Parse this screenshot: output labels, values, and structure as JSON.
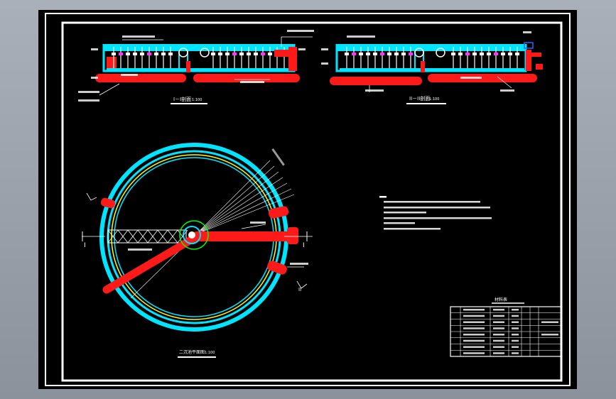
{
  "colors": {
    "background": "#000000",
    "frame": "#ffffff",
    "cyan": "#00e5ff",
    "red": "#ff1a1a",
    "yellow": "#ffff00",
    "green": "#00ff00",
    "magenta": "#ff33ff",
    "blue": "#3060ff"
  },
  "section_1": {
    "title": "I－I剖面",
    "scale": "1:100"
  },
  "section_2": {
    "title": "II－II剖面",
    "scale": "1:100"
  },
  "plan": {
    "title": "二沉池平面图",
    "scale": "1:100",
    "section_mark_left": "I",
    "section_mark_right": "I",
    "section_mark_ii": "II"
  },
  "table": {
    "title": "材料表",
    "rows": 8,
    "columns": 7
  }
}
